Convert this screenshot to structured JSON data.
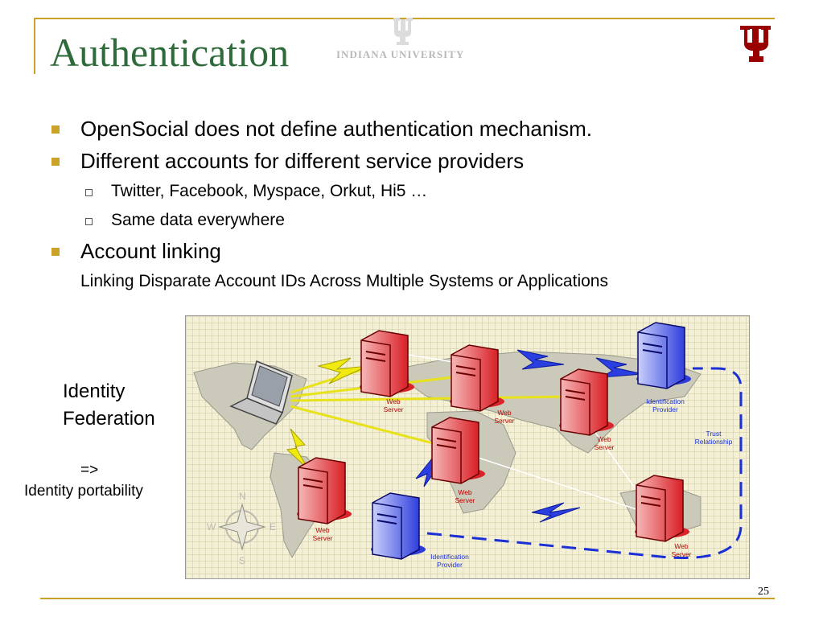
{
  "slide": {
    "title": "Authentication",
    "brand_text": "INDIANA UNIVERSITY",
    "page_number": "25"
  },
  "bullets": [
    {
      "text": "OpenSocial does not define authentication mechanism."
    },
    {
      "text": "Different accounts for different service providers"
    },
    {
      "text": "Twitter, Facebook, Myspace, Orkut, Hi5 …"
    },
    {
      "text": "Same data everywhere"
    },
    {
      "text": "Account linking"
    },
    {
      "text": "Linking Disparate Account IDs Across Multiple Systems or Applications"
    }
  ],
  "side": {
    "line1": "Identity",
    "line2": "Federation",
    "arrow": "=>",
    "portability": "Identity portability"
  },
  "diagram": {
    "web_server": [
      "Web",
      "Server"
    ],
    "identification_provider": [
      "Identification",
      "Provider"
    ],
    "trust": [
      "Trust",
      "Relationship"
    ],
    "compass": {
      "n": "N",
      "s": "S",
      "w": "W",
      "e": "E"
    }
  },
  "colors": {
    "accent": "#c9a227",
    "title": "#2f6b3a",
    "iu_crimson": "#990000",
    "server_red": "#e0262b",
    "server_blue": "#3a4be0"
  },
  "icons": [
    "iu-trident-icon",
    "laptop-icon",
    "web-server-icon",
    "identity-provider-server-icon",
    "compass-icon",
    "lightning-bolt-icon"
  ]
}
